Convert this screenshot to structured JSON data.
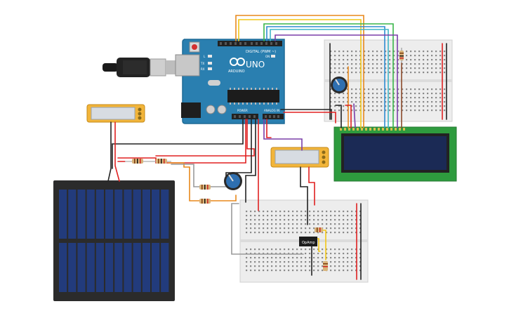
{
  "arduino": {
    "brand_label": "ARDUINO",
    "model_label": "UNO",
    "digital_header_label": "DIGITAL (PWM ~)",
    "analog_header_label": "ANALOG IN",
    "power_header_label": "POWER",
    "led_labels": [
      "L",
      "TX",
      "RX"
    ],
    "on_label": "ON"
  },
  "opamp": {
    "label": "OpAmp"
  },
  "colors": {
    "arduino_board": "#2A7FB0",
    "arduino_dark": "#1E6A95",
    "breadboard": "#EDEDED",
    "solar_frame": "#2B2B2B",
    "solar_cell": "#223B7C",
    "lcd_board": "#2E9B3E",
    "lcd_screen": "#1B2A55",
    "multimeter": "#F2B53A",
    "wire_red": "#E02020",
    "wire_black": "#222222",
    "wire_grey": "#9A9A9A",
    "wire_orange": "#E8891C",
    "wire_yellow": "#F2C618",
    "wire_green": "#39B54A",
    "wire_blue": "#2E8BD0",
    "wire_purple": "#7A3FA8",
    "wire_cyan": "#3FB6C8",
    "wire_brown": "#8B4A2B"
  }
}
